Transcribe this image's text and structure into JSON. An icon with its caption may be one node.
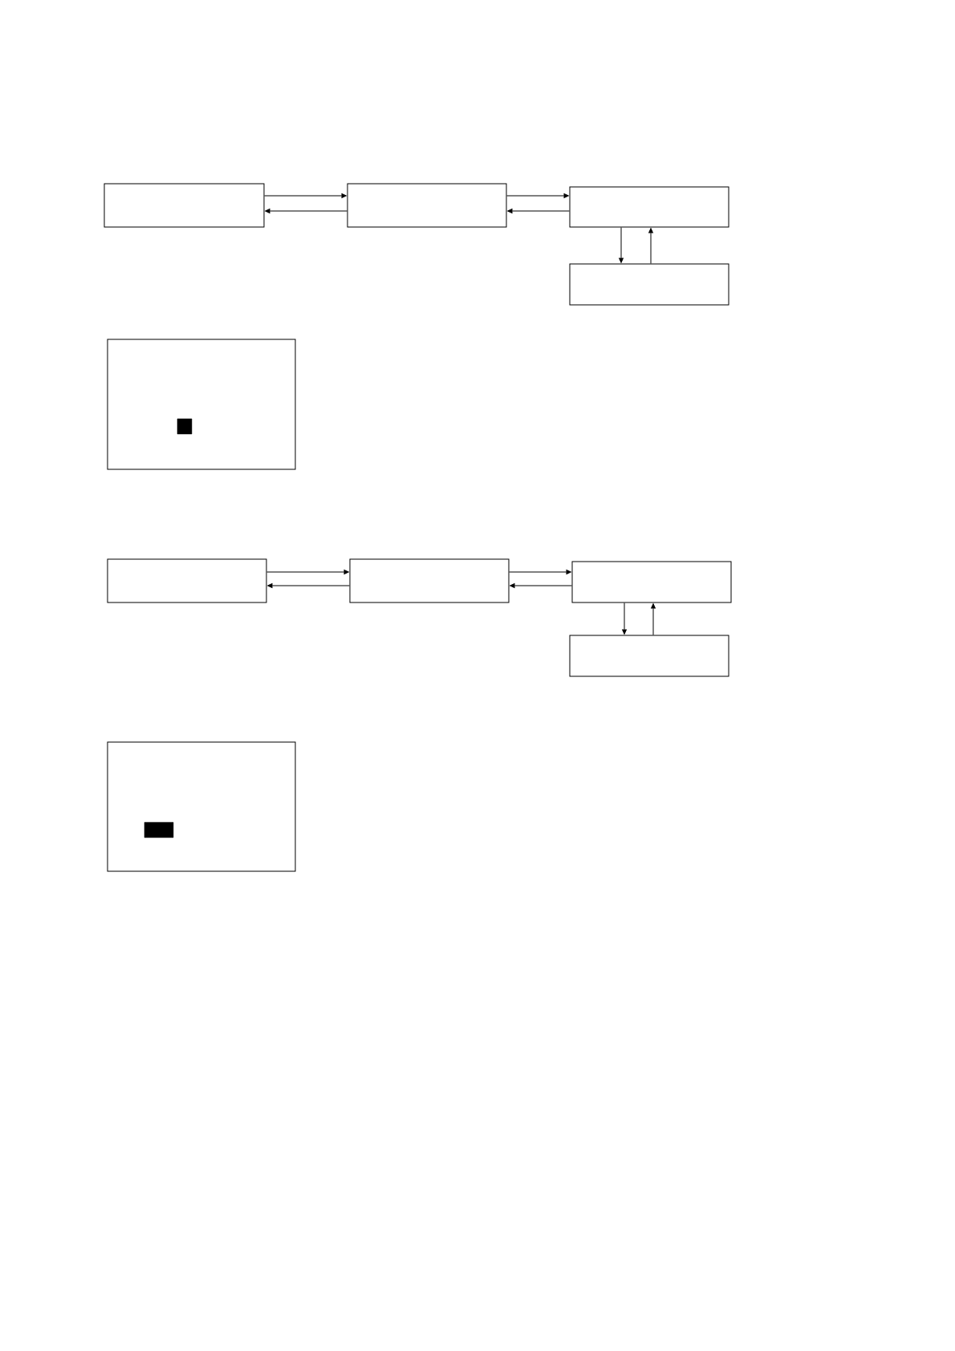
{
  "diagram": {
    "nodes": [
      {
        "text": [],
        "shape": "box"
      },
      {
        "text": [],
        "shape": "box"
      },
      {
        "text": [],
        "shape": "box"
      },
      {
        "text": [],
        "shape": "box"
      },
      {
        "text": [],
        "shape": "box"
      },
      {
        "text": [],
        "shape": "bar",
        "in": 4
      },
      {
        "text": [],
        "shape": "box"
      },
      {
        "text": [],
        "shape": "box"
      },
      {
        "text": [],
        "shape": "box"
      },
      {
        "text": [],
        "shape": "box"
      },
      {
        "text": [],
        "shape": "box"
      },
      {
        "text": [],
        "shape": "bar",
        "in": 10
      }
    ],
    "edges": [
      {
        "from": 0,
        "to": 1,
        "arrow": "to"
      },
      {
        "from": 1,
        "to": 0,
        "arrow": "to"
      },
      {
        "from": 1,
        "to": 2,
        "arrow": "to"
      },
      {
        "from": 2,
        "to": 1,
        "arrow": "to"
      },
      {
        "from": 2,
        "to": 3,
        "arrow": "to"
      },
      {
        "from": 3,
        "to": 2,
        "arrow": "to"
      },
      {
        "from": 6,
        "to": 7,
        "arrow": "to"
      },
      {
        "from": 7,
        "to": 6,
        "arrow": "to"
      },
      {
        "from": 7,
        "to": 8,
        "arrow": "to"
      },
      {
        "from": 8,
        "to": 7,
        "arrow": "to"
      },
      {
        "from": 8,
        "to": 9,
        "arrow": "to"
      },
      {
        "from": 9,
        "to": 8,
        "arrow": "to"
      }
    ]
  }
}
